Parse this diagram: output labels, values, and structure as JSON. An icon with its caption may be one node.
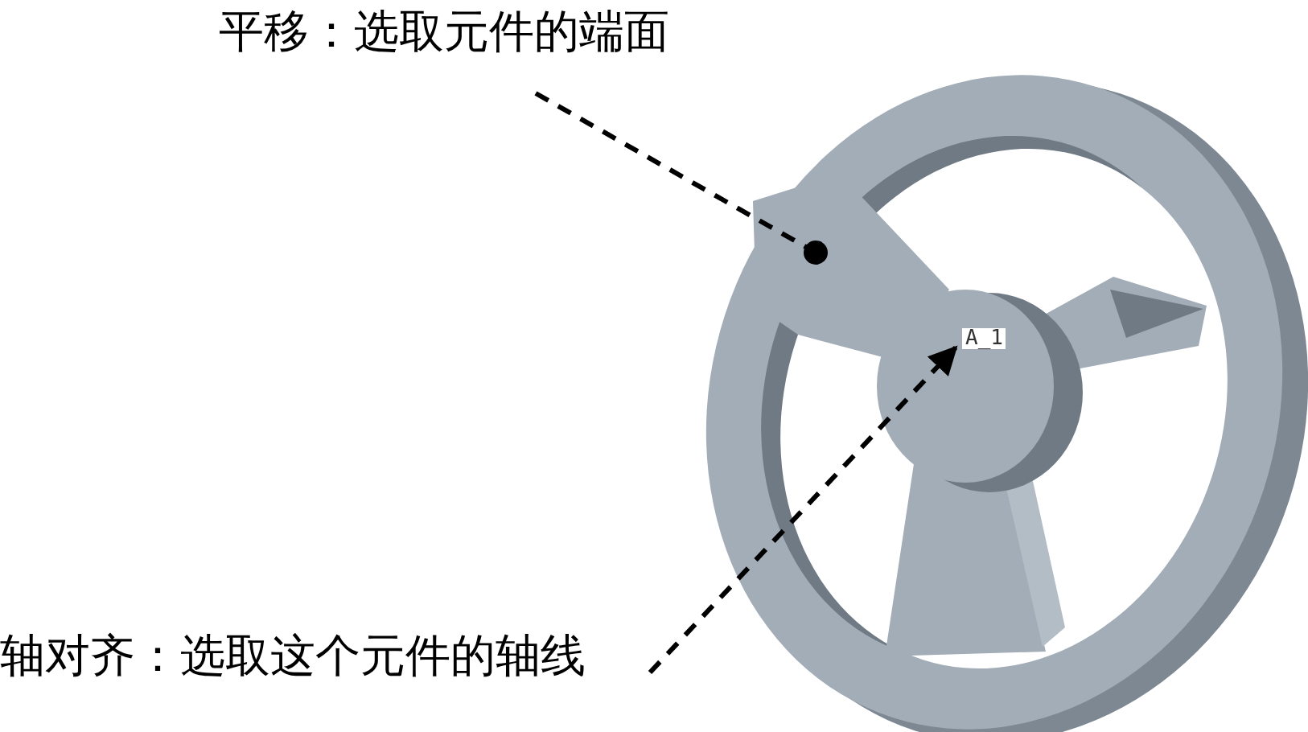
{
  "diagram": {
    "nodes": [
      {
        "text": [
          "平移：选取元件的端面"
        ]
      },
      {
        "text": [
          "轴对齐：选取这个元件的轴线"
        ]
      },
      {
        "text": [],
        "shape": "picture"
      },
      {
        "text": [
          "A_1"
        ],
        "in": 2
      }
    ],
    "edges": [
      {
        "from": 0,
        "to": 2,
        "arrow": "other",
        "style": "dashed"
      },
      {
        "from": 1,
        "to": 3,
        "arrow": "to",
        "style": "dashed"
      }
    ]
  }
}
